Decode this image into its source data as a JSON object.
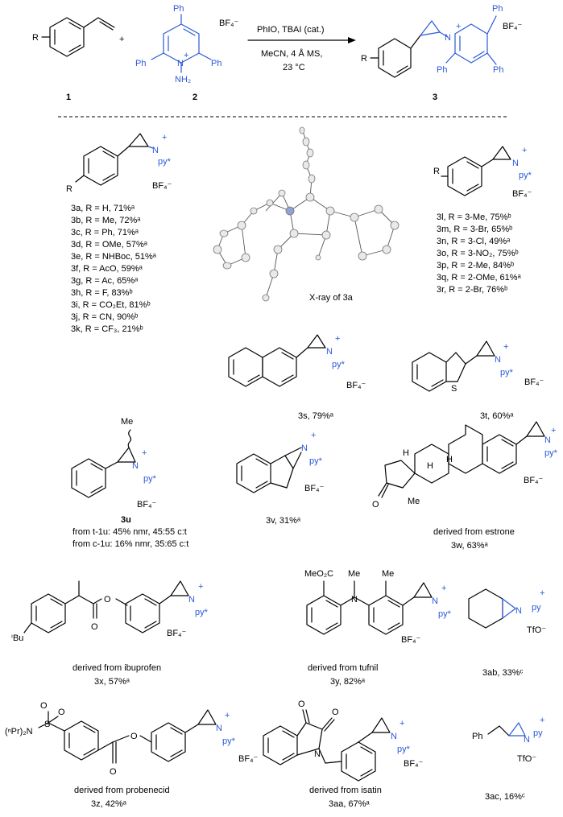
{
  "scheme": {
    "reactant1_label": "1",
    "reactant2_label": "2",
    "product_label": "3",
    "plus": "+",
    "conditions_top": "PhIO, TBAI (cat.)",
    "conditions_mid": "MeCN, 4 Å MS,",
    "conditions_bottom": "23 °C",
    "atoms": {
      "R": "R",
      "Ph": "Ph",
      "N": "N",
      "NH2": "NH₂",
      "BF4": "BF₄⁻",
      "plus": "+"
    }
  },
  "frag": {
    "N": "N",
    "py": "py*",
    "py_plain": "py",
    "plus": "+",
    "BF4": "BF₄⁻",
    "TfO": "TfO⁻",
    "R": "R",
    "S": "S",
    "Me": "Me",
    "Et_O": "O",
    "O": "O",
    "MeO2C": "MeO₂C",
    "nPr2N": "(ⁿPr)₂N",
    "iBu": "ⁱBu",
    "Ph": "Ph",
    "H": "H",
    "wavy": "~"
  },
  "xray_label": "X-ray of 3a",
  "list_left": [
    "3a, R = H, 71%ᵃ",
    "3b, R = Me, 72%ᵃ",
    "3c, R = Ph, 71%ᵃ",
    "3d, R = OMe, 57%ᵃ",
    "3e, R = NHBoc, 51%ᵃ",
    "3f, R = AcO, 59%ᵃ",
    "3g, R = Ac, 65%ᵃ",
    "3h, R = F, 83%ᵇ",
    "3i, R = CO₂Et, 81%ᵇ",
    "3j, R = CN, 90%ᵇ",
    "3k, R = CF₃, 21%ᵇ"
  ],
  "list_right": [
    "3l, R = 3-Me, 75%ᵇ",
    "3m, R = 3-Br, 65%ᵇ",
    "3n, R = 3-Cl, 49%ᵃ",
    "3o, R = 3-NO₂, 75%ᵇ",
    "3p, R = 2-Me, 84%ᵇ",
    "3q, R = 2-OMe, 61%ᵃ",
    "3r, R = 2-Br, 76%ᵇ"
  ],
  "compounds": {
    "c3s": "3s, 79%ᵃ",
    "c3t": "3t, 60%ᵃ",
    "c3u_label": "3u",
    "c3u_line1": "from t-1u: 45% nmr, 45:55 c:t",
    "c3u_line2": "from c-1u: 16% nmr, 35:65 c:t",
    "c3v": "3v, 31%ᵃ",
    "c3w_note": "derived from estrone",
    "c3w": "3w, 63%ᵃ",
    "c3x_note": "derived from ibuprofen",
    "c3x": "3x, 57%ᵃ",
    "c3y_note": "derived from tufnil",
    "c3y": "3y, 82%ᵃ",
    "c3ab": "3ab, 33%ᶜ",
    "c3z_note": "derived from probenecid",
    "c3z": "3z, 42%ᵃ",
    "c3aa_note": "derived from isatin",
    "c3aa": "3aa, 67%ᵃ",
    "c3ac": "3ac, 16%ᶜ"
  },
  "colors": {
    "product_blue": "#2b59d9",
    "bonds": "#000000"
  }
}
